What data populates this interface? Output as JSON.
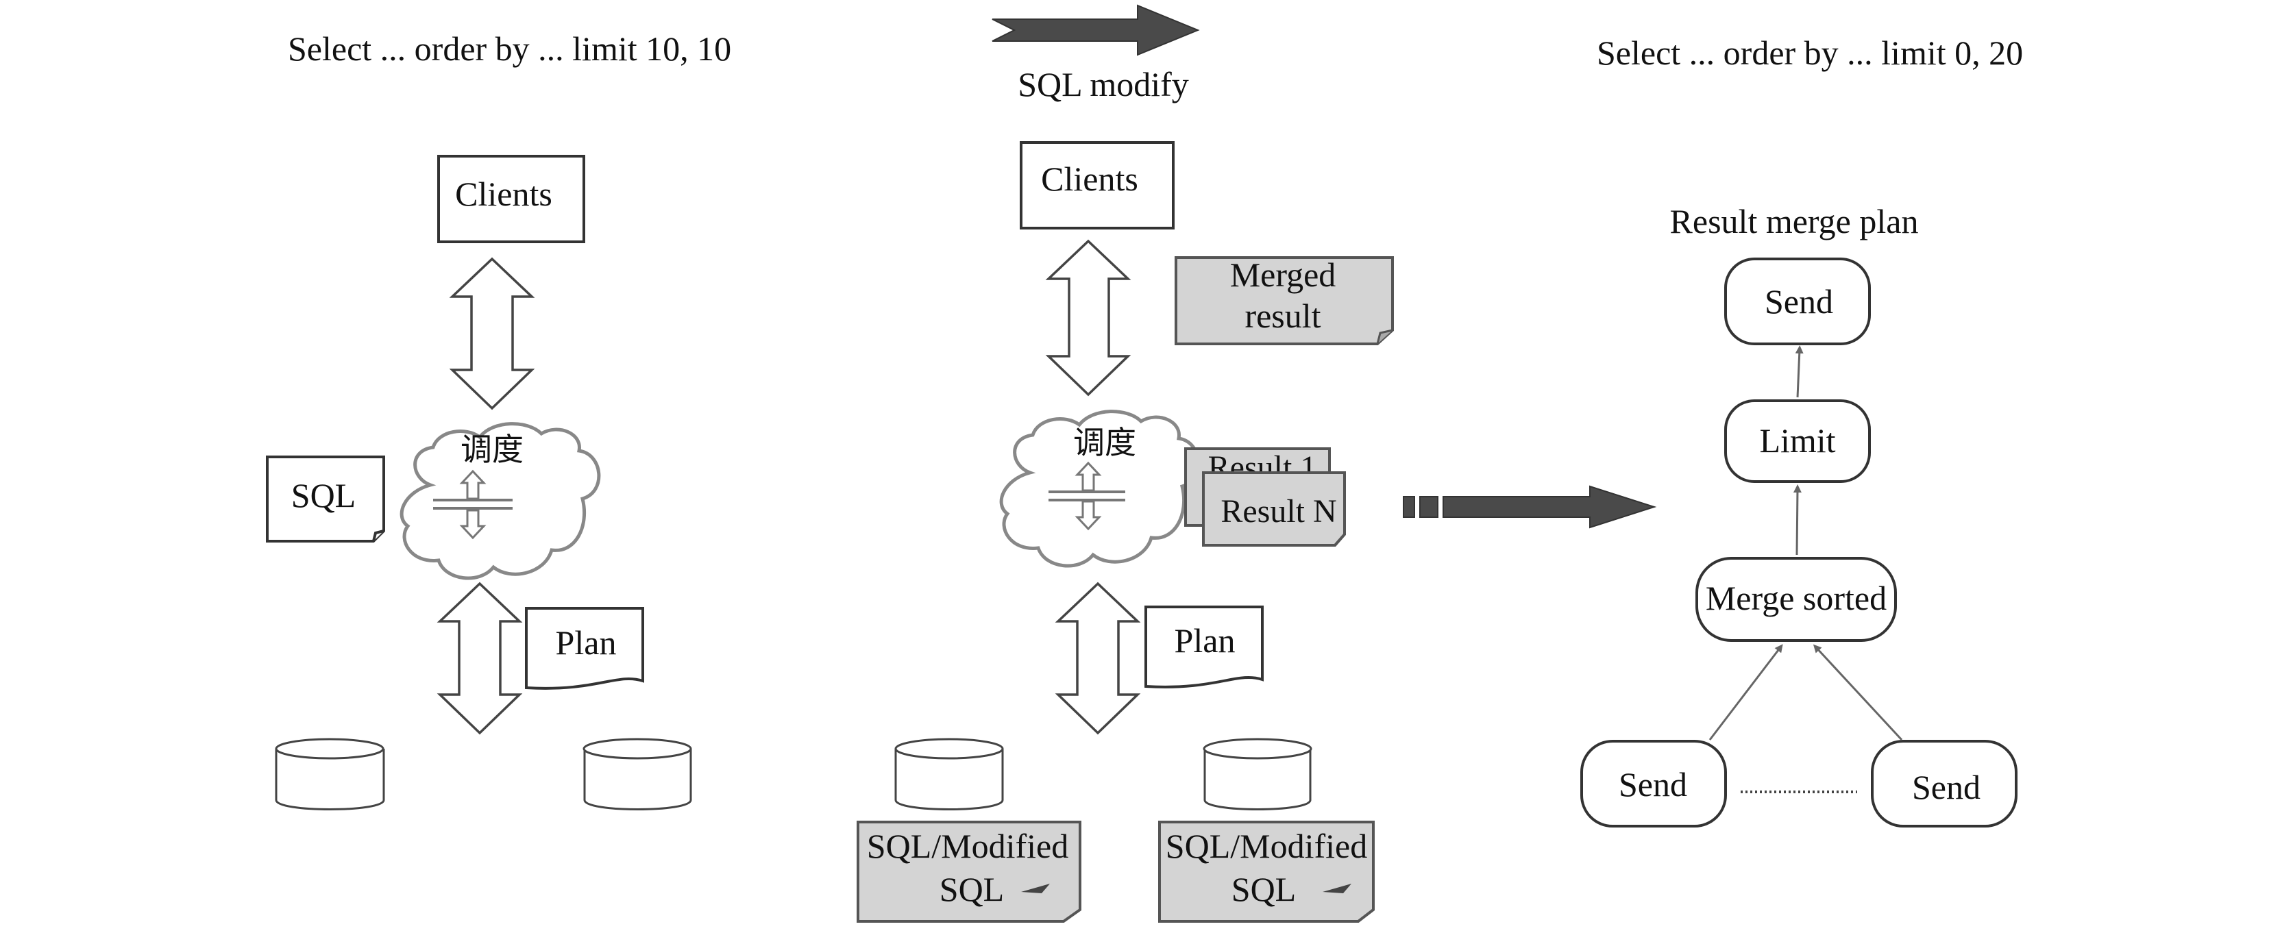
{
  "left": {
    "sql_text": "Select ... order by ... limit 10, 10",
    "clients": "Clients",
    "scheduler": "调度",
    "sql_doc": "SQL",
    "plan_doc": "Plan"
  },
  "middle": {
    "arrow_label": "SQL modify",
    "clients": "Clients",
    "scheduler": "调度",
    "merged_result_line1": "Merged",
    "merged_result_line2": "result",
    "result_1": "Result 1",
    "result_n": "Result N",
    "plan_doc": "Plan",
    "db_doc_1_line1": "SQL/Modified",
    "db_doc_1_line2": "SQL",
    "db_doc_2_line1": "SQL/Modified",
    "db_doc_2_line2": "SQL"
  },
  "right": {
    "sql_text": "Select ... order by ... limit 0, 20",
    "plan_title": "Result merge plan",
    "send_top": "Send",
    "limit": "Limit",
    "merge_sorted": "Merge sorted",
    "send_left": "Send",
    "send_right": "Send"
  },
  "colors": {
    "doc_fill_gray": "#d4d4d4",
    "dark_arrow": "#4a4a4a",
    "cloud_stroke": "#888888"
  }
}
